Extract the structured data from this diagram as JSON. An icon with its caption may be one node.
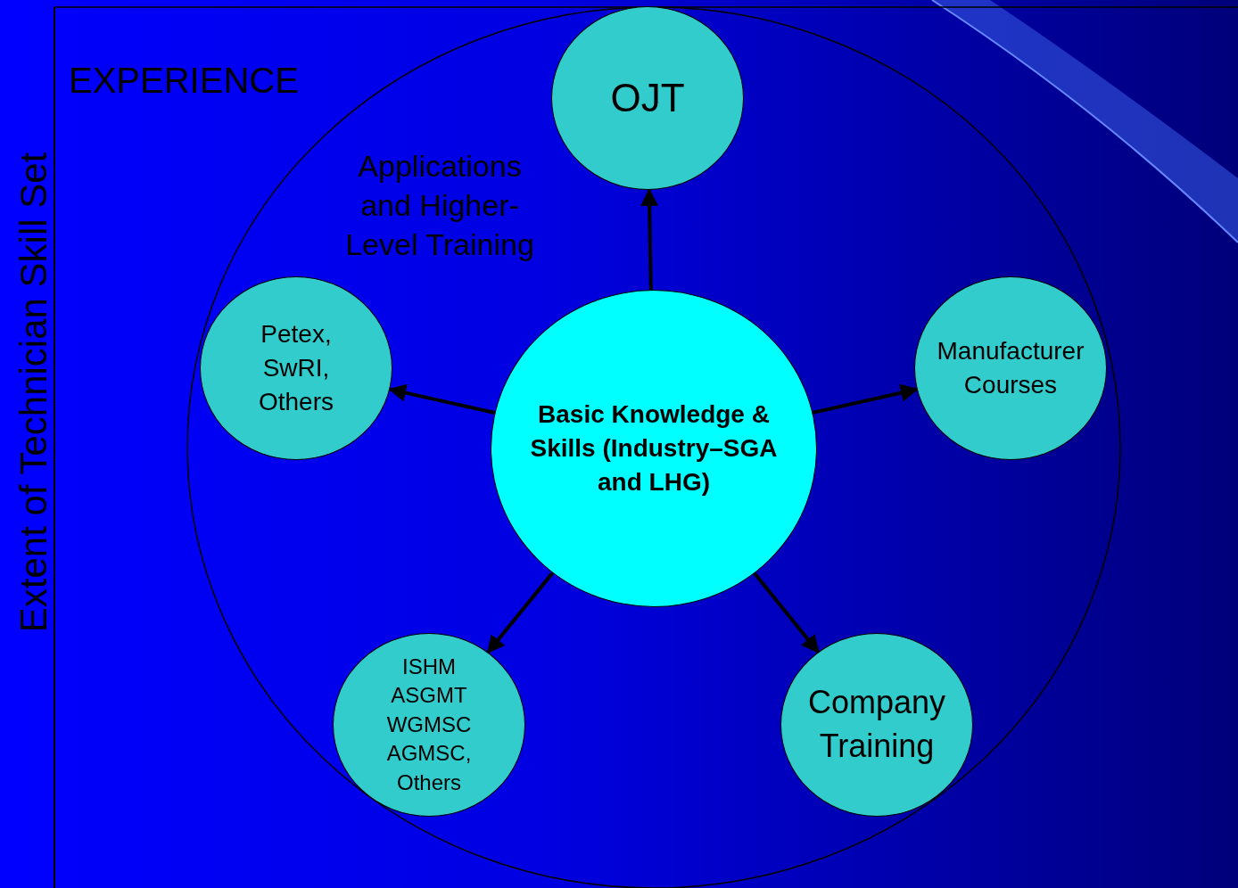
{
  "diagram": {
    "nodes": [
      {
        "text": [
          "Basic Knowledge & Skills (Industry–SGA and LHG)"
        ]
      },
      {
        "text": [
          "OJT"
        ]
      },
      {
        "text": [
          "Petex, SwRI, Others"
        ]
      },
      {
        "text": [
          "Manufacturer Courses"
        ]
      },
      {
        "text": [
          "ISHM ASGMT WGMSC AGMSC, Others"
        ]
      },
      {
        "text": [
          "Company Training"
        ]
      }
    ],
    "edges": [
      {
        "from": 0,
        "to": 1,
        "arrow": "to"
      },
      {
        "from": 0,
        "to": 2,
        "arrow": "to"
      },
      {
        "from": 0,
        "to": 3,
        "arrow": "to"
      },
      {
        "from": 0,
        "to": 4,
        "arrow": "to"
      },
      {
        "from": 0,
        "to": 5,
        "arrow": "to"
      }
    ],
    "labels": [
      "Extent of Technician Skill Set",
      "EXPERIENCE",
      "Applications and Higher-Level Training"
    ]
  }
}
